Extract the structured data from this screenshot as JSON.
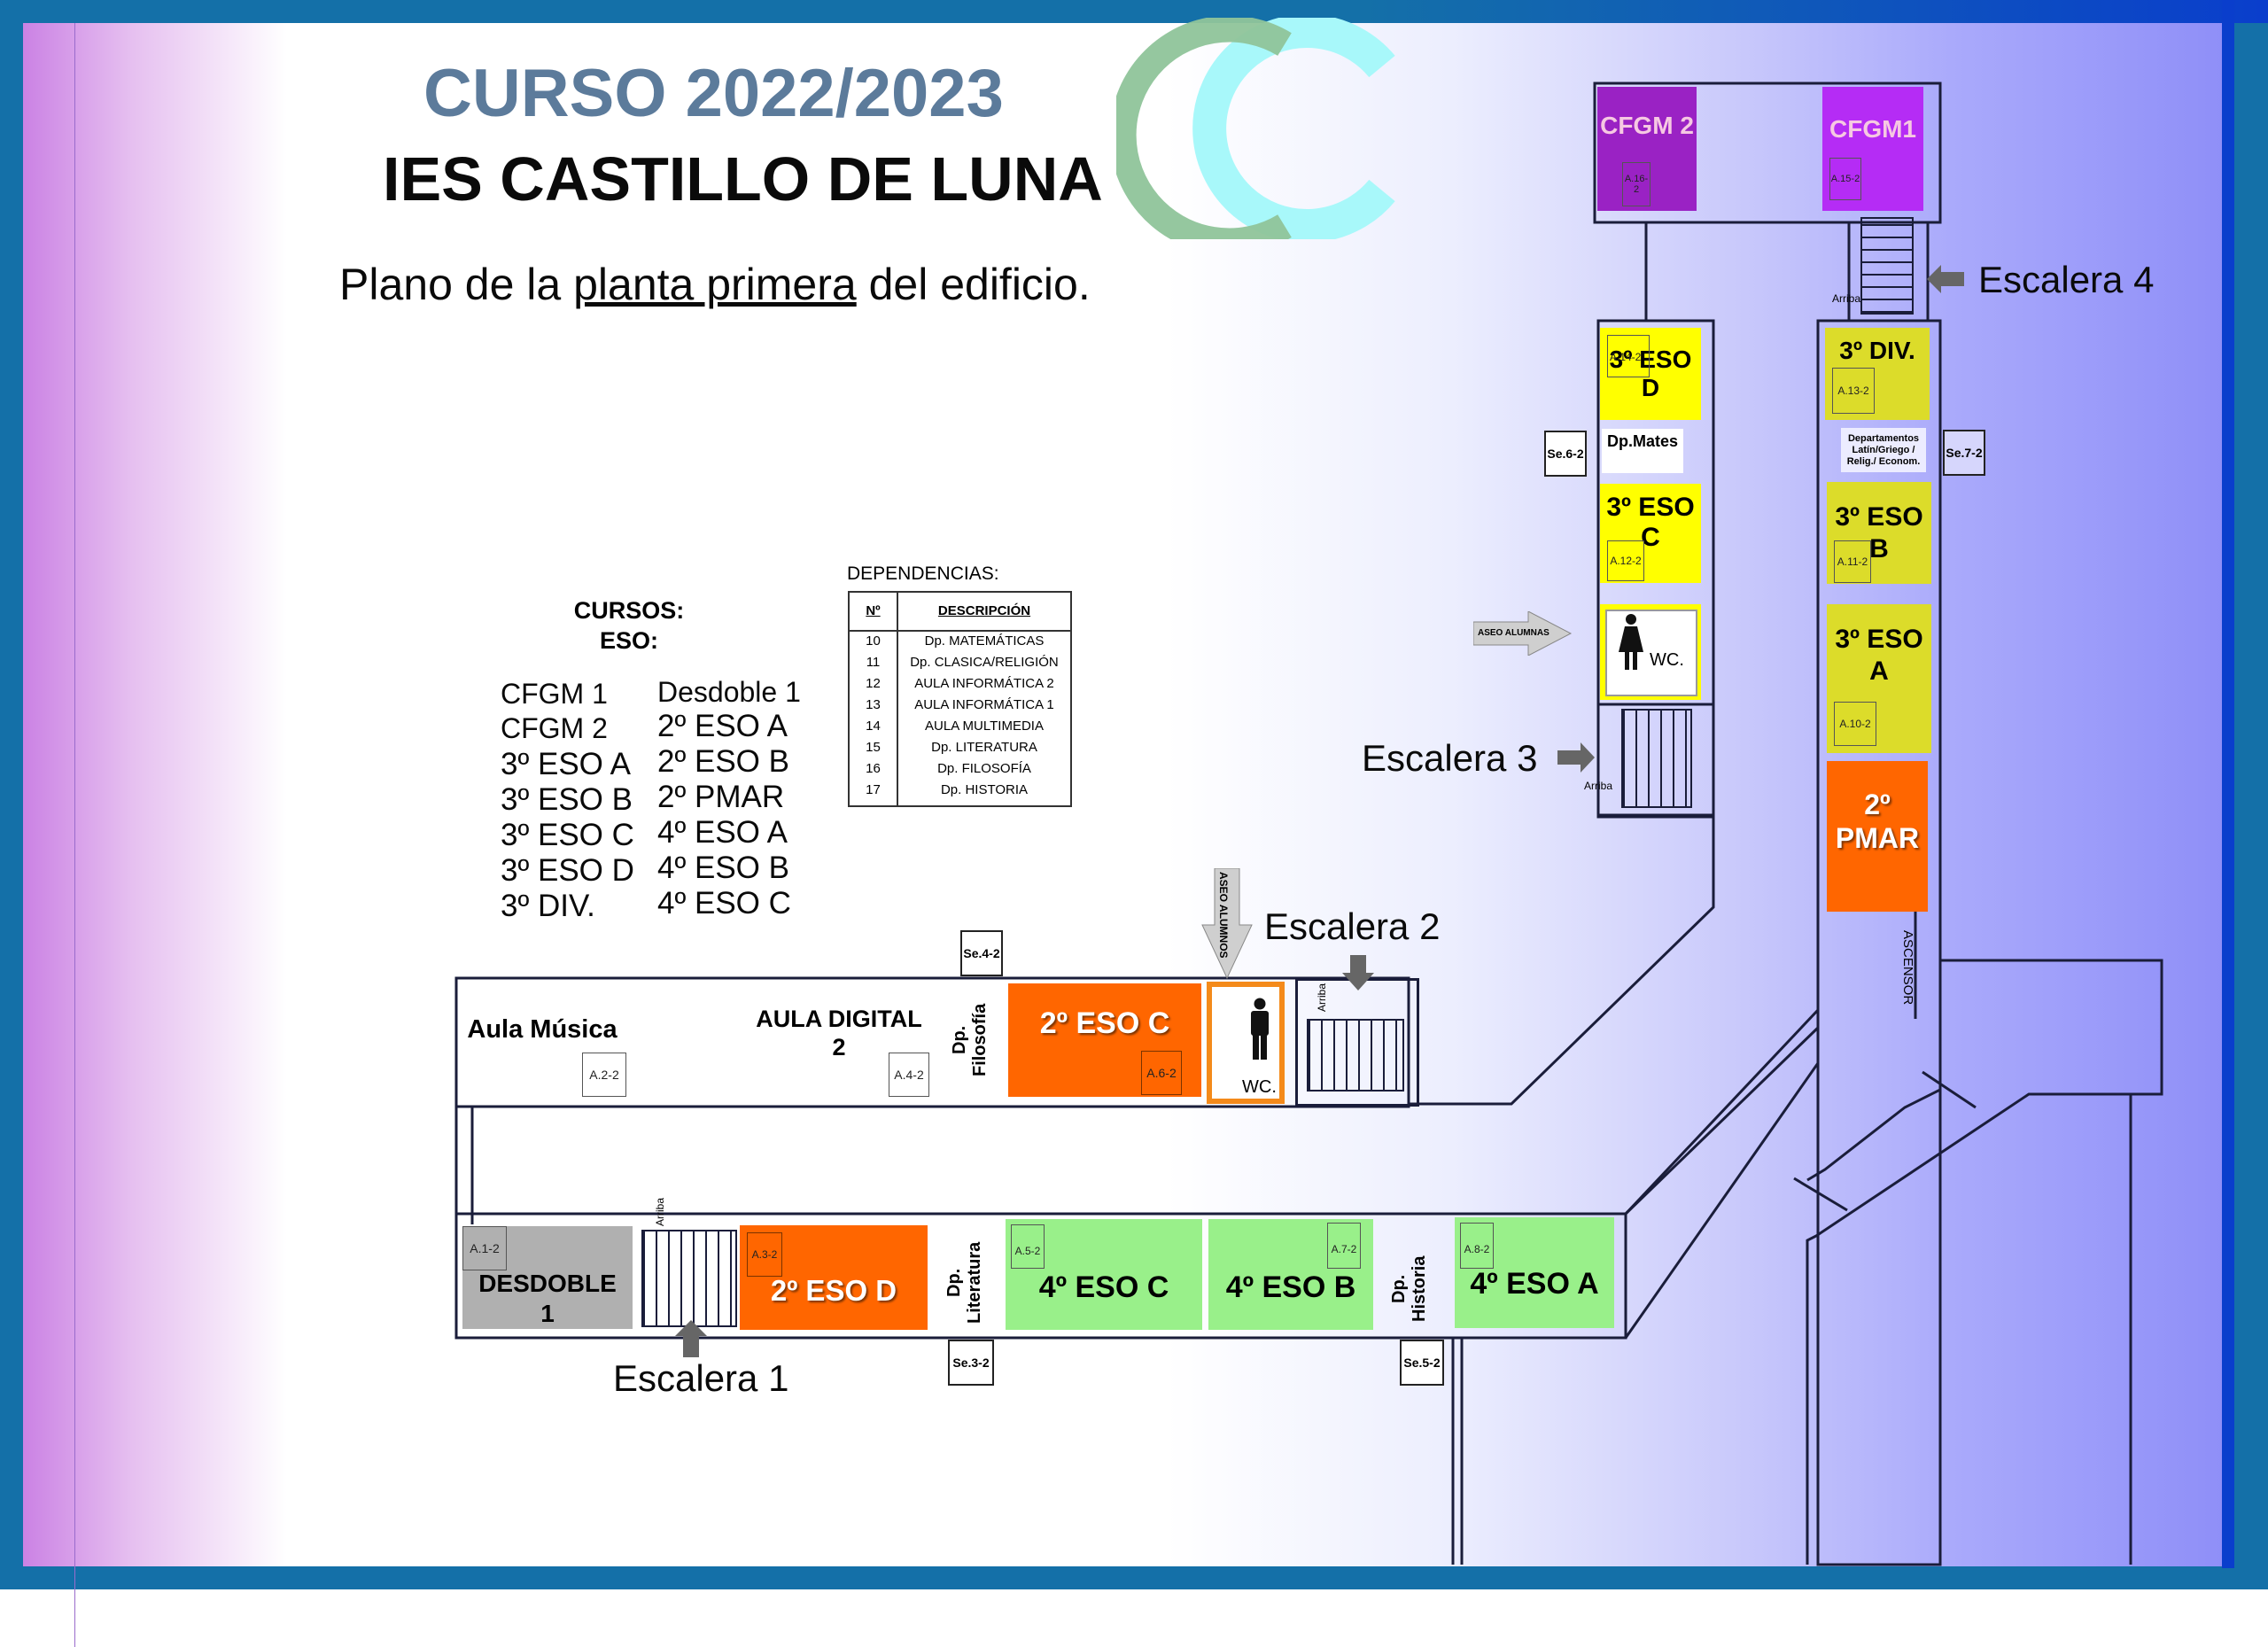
{
  "header": {
    "course_year": "CURSO 2022/2023",
    "school_name": "IES CASTILLO DE LUNA",
    "subtitle_pre": "Plano de la ",
    "subtitle_underlined": "planta primera",
    "subtitle_post": " del edificio."
  },
  "logo": {
    "name": "school-logo",
    "colors": {
      "green": "#8fc49a",
      "cyan": "#a8f8fa"
    }
  },
  "courses": {
    "heading_line1": "CURSOS:",
    "heading_line2": "ESO:",
    "column1": [
      "CFGM 1",
      "CFGM 2",
      "3º ESO A",
      "3º ESO B",
      "3º ESO C",
      "3º ESO D",
      "3º DIV."
    ],
    "column2": [
      "Desdoble 1",
      "2º ESO A",
      "2º ESO B",
      "2º PMAR",
      "4º ESO A",
      "4º ESO B",
      "4º ESO C"
    ]
  },
  "dependencies": {
    "title": "DEPENDENCIAS:",
    "col_number": "Nº",
    "col_description": "DESCRIPCIÓN",
    "rows": [
      {
        "n": "10",
        "d": "Dp. MATEMÁTICAS"
      },
      {
        "n": "11",
        "d": "Dp. CLASICA/RELIGIÓN"
      },
      {
        "n": "12",
        "d": "AULA INFORMÁTICA 2"
      },
      {
        "n": "13",
        "d": "AULA INFORMÁTICA 1"
      },
      {
        "n": "14",
        "d": "AULA MULTIMEDIA"
      },
      {
        "n": "15",
        "d": "Dp. LITERATURA"
      },
      {
        "n": "16",
        "d": "Dp. FILOSOFÍA"
      },
      {
        "n": "17",
        "d": "Dp. HISTORIA"
      }
    ]
  },
  "colors": {
    "cfgm2": "#9a22c4",
    "cfgm1": "#b52cf5",
    "eso3_bright": "#ffff00",
    "eso3_olive": "#dcdc2a",
    "eso2_orange": "#ff6600",
    "eso4_green": "#99f08a",
    "desdoble_gray": "#b0b0b0",
    "frame_blue": "#1470a8",
    "title_blue": "#5c7b9b"
  },
  "rooms": {
    "cfgm2": {
      "label": "CFGM 2",
      "code": "A.16-2"
    },
    "cfgm1": {
      "label": "CFGM1",
      "code": "A.15-2"
    },
    "eso3d": {
      "label_line1": "3º ESO",
      "label_line2": "D",
      "code": "A.14-2"
    },
    "div3": {
      "label": "3º DIV.",
      "code": "A.13-2"
    },
    "dp_mates": {
      "label": "Dp.Mates"
    },
    "dp_latin": {
      "line1": "Departamentos",
      "line2": "Latín/Griego /",
      "line3": "Relig./ Econom."
    },
    "eso3c": {
      "label_line1": "3º ESO",
      "label_line2": "C",
      "code": "A.12-2"
    },
    "eso3b": {
      "label_line1": "3º ESO",
      "label_line2": "B",
      "code": "A.11-2"
    },
    "wc_girls": {
      "label": "WC."
    },
    "eso3a": {
      "label_line1": "3º ESO",
      "label_line2": "A",
      "code": "A.10-2"
    },
    "pmar2": {
      "label_line1": "2º",
      "label_line2": "PMAR"
    },
    "ascensor": {
      "label": "ASCENSOR"
    },
    "aula_musica": {
      "label": "Aula Música",
      "code": "A.2-2"
    },
    "aula_digital": {
      "label_line1": "AULA DIGITAL",
      "label_line2": "2",
      "code": "A.4-2"
    },
    "dp_filosofia": {
      "label": "Dp. Filosofía"
    },
    "eso2c": {
      "label": "2º ESO C",
      "code": "A.6-2"
    },
    "wc_boys": {
      "label": "WC."
    },
    "desdoble1": {
      "label_line1": "DESDOBLE",
      "label_line2": "1",
      "code": "A.1-2"
    },
    "eso2d": {
      "label": "2º ESO D",
      "code": "A.3-2"
    },
    "dp_literatura": {
      "label": "Dp. Literatura"
    },
    "eso4c": {
      "label": "4º ESO C",
      "code": "A.5-2"
    },
    "eso4b": {
      "label": "4º ESO B",
      "code": "A.7-2"
    },
    "dp_historia": {
      "label": "Dp. Historia"
    },
    "eso4a": {
      "label": "4º ESO A",
      "code": "A.8-2"
    }
  },
  "service_rooms": [
    "Se.3-2",
    "Se.4-2",
    "Se.5-2",
    "Se.6-2",
    "Se.7-2"
  ],
  "stairs": {
    "s1": "Escalera 1",
    "s2": "Escalera 2",
    "s3": "Escalera 3",
    "s4": "Escalera 4",
    "up_label": "Arriba"
  },
  "signs": {
    "aseo_alumnas": "ASEO ALUMNAS",
    "aseo_alumnos": "ASEO ALUMNOS"
  }
}
